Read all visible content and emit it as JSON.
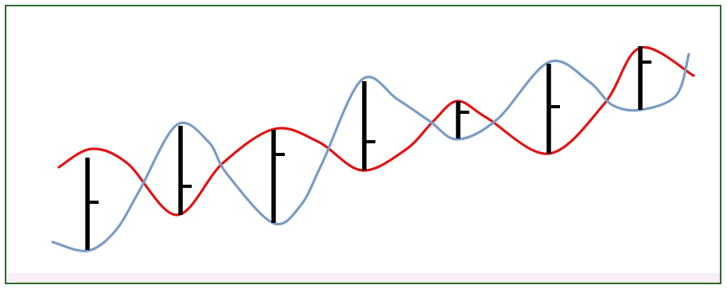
{
  "diagram": {
    "type": "dna-double-helix",
    "strand_colors": {
      "strand_a": "#e01414",
      "strand_b": "#7a9cc6",
      "rungs": "#000000",
      "frame_border": "#2e6b2e"
    },
    "base_pair_count": 7,
    "tab_side_per_rung": [
      "right",
      "right",
      "right",
      "right",
      "right",
      "right",
      "right"
    ]
  }
}
